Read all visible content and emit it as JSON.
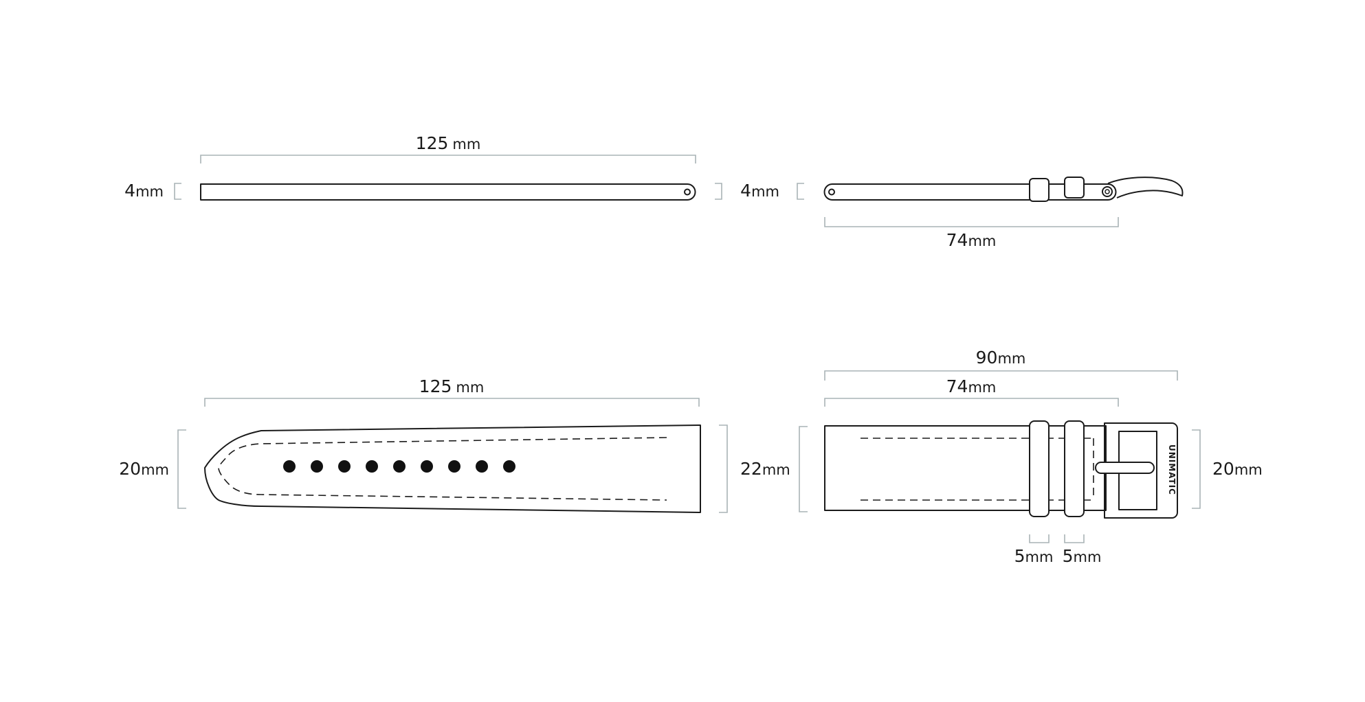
{
  "side_view": {
    "long_strap": {
      "length_label": "125",
      "length_unit": "mm",
      "thickness_label": "4",
      "thickness_unit": "mm"
    },
    "buckle_strap": {
      "length_label": "74",
      "length_unit": "mm",
      "thickness_label": "4",
      "thickness_unit": "mm"
    }
  },
  "top_view": {
    "long_strap": {
      "length_label": "125",
      "length_unit": "mm",
      "end_width_label": "20",
      "end_width_unit": "mm",
      "lug_width_label": "22",
      "lug_width_unit": "mm",
      "hole_count": 9
    },
    "buckle_strap": {
      "total_length_label": "90",
      "total_length_unit": "mm",
      "strap_length_label": "74",
      "strap_length_unit": "mm",
      "buckle_width_label": "20",
      "buckle_width_unit": "mm",
      "keeper1_label": "5",
      "keeper1_unit": "mm",
      "keeper2_label": "5",
      "keeper2_unit": "mm",
      "brand": "UNIMATIC"
    }
  }
}
